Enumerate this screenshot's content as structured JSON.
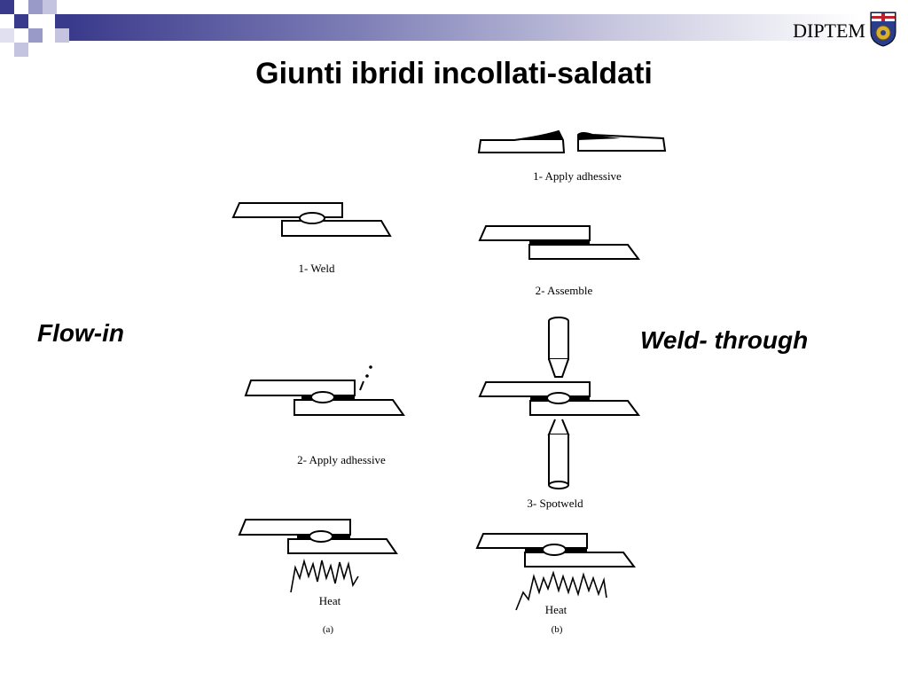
{
  "header": {
    "logo_text": "DIPTEM"
  },
  "title": "Giunti ibridi incollati-saldati",
  "labels": {
    "left": "Flow-in",
    "right": "Weld- through"
  },
  "captions": {
    "a1": "1- Weld",
    "a2": "2- Apply adhessive",
    "a3": "Heat",
    "a_tag": "(a)",
    "b1": "1- Apply adhessive",
    "b2": "2- Assemble",
    "b3": "3- Spotweld",
    "b4": "Heat",
    "b_tag": "(b)"
  },
  "colors": {
    "accent": "#3a3a8c",
    "squares": "#8c8cc0"
  }
}
